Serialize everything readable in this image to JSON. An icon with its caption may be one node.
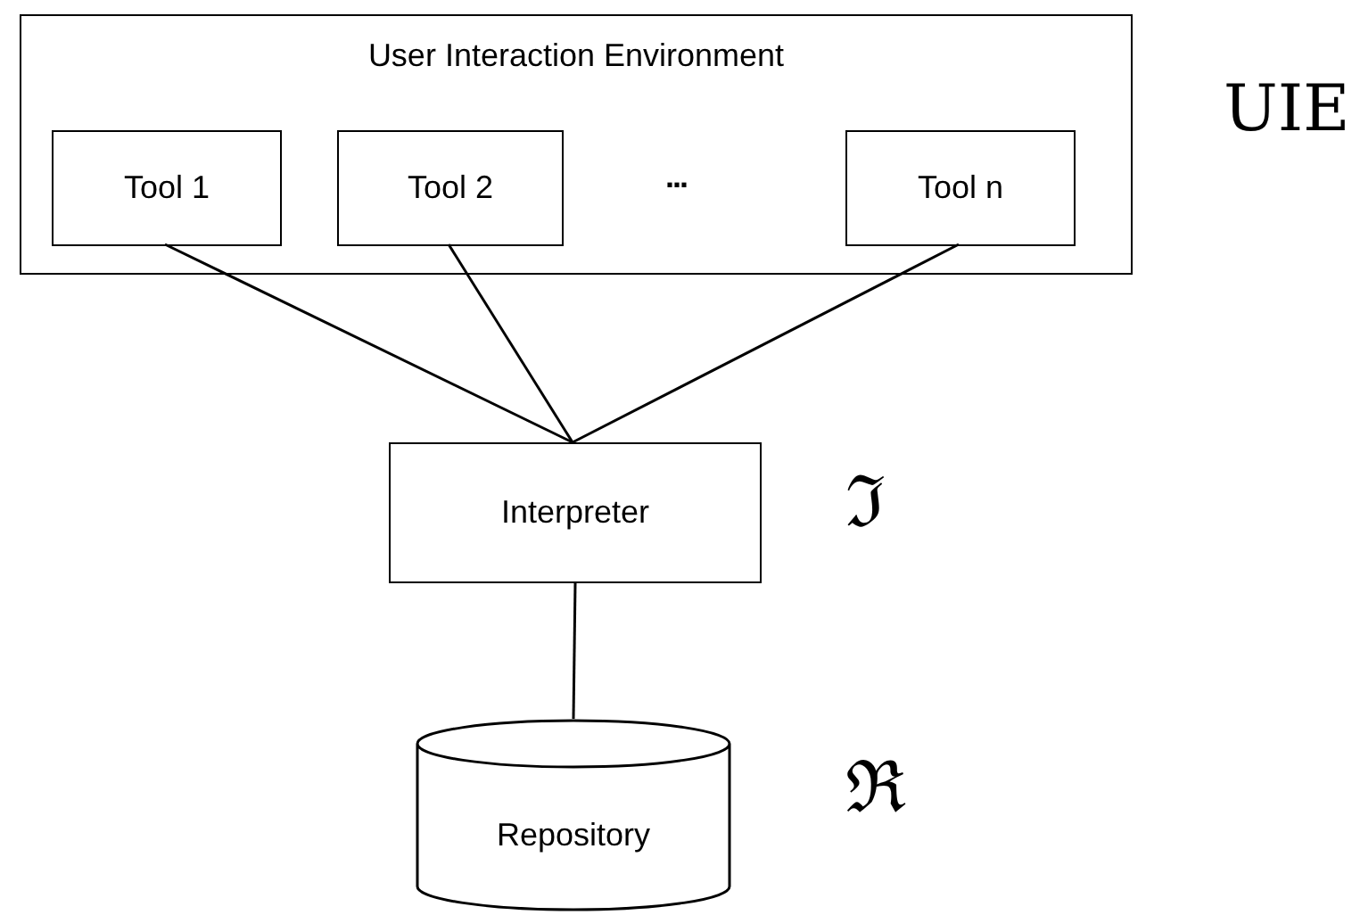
{
  "diagram": {
    "nodes": [
      {
        "text": [
          "User Interaction Environment"
        ],
        "beside": [
          "UIE"
        ]
      },
      {
        "text": [
          "Tool 1"
        ],
        "in": 0
      },
      {
        "text": [
          "Tool 2"
        ],
        "in": 0
      },
      {
        "text": [
          "Tool n"
        ],
        "in": 0
      },
      {
        "text": [
          "Interpreter"
        ],
        "beside": [
          "ℑ"
        ]
      },
      {
        "text": [
          "Repository"
        ],
        "beside": [
          "ℜ"
        ]
      }
    ],
    "edges": [
      {
        "from": 1,
        "to": 4,
        "arrow": "none"
      },
      {
        "from": 2,
        "to": 4,
        "arrow": "none"
      },
      {
        "from": 3,
        "to": 4,
        "arrow": "none"
      },
      {
        "from": 4,
        "to": 5,
        "arrow": "none"
      }
    ],
    "labels": [
      "..."
    ]
  }
}
